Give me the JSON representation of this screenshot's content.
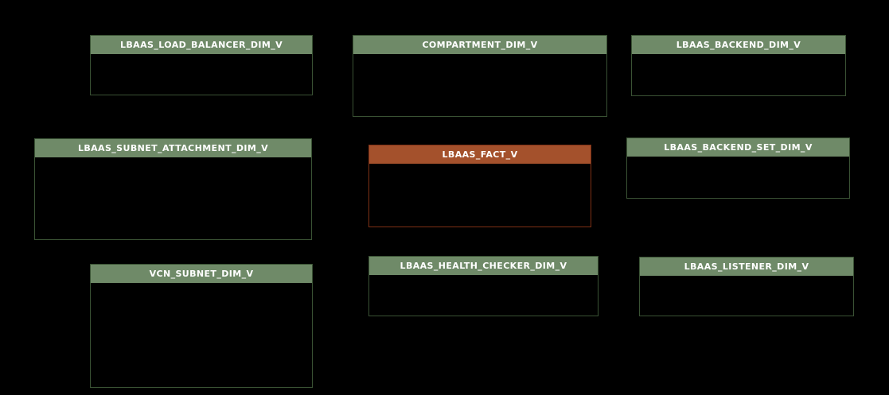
{
  "diagram": {
    "type": "er-diagram",
    "entities": [
      {
        "name": "LBAAS_LOAD_BALANCER_DIM_V",
        "kind": "dimension"
      },
      {
        "name": "COMPARTMENT_DIM_V",
        "kind": "dimension"
      },
      {
        "name": "LBAAS_BACKEND_DIM_V",
        "kind": "dimension"
      },
      {
        "name": "LBAAS_SUBNET_ATTACHMENT_DIM_V",
        "kind": "dimension"
      },
      {
        "name": "LBAAS_FACT_V",
        "kind": "fact"
      },
      {
        "name": "LBAAS_BACKEND_SET_DIM_V",
        "kind": "dimension"
      },
      {
        "name": "VCN_SUBNET_DIM_V",
        "kind": "dimension"
      },
      {
        "name": "LBAAS_HEALTH_CHECKER_DIM_V",
        "kind": "dimension"
      },
      {
        "name": "LBAAS_LISTENER_DIM_V",
        "kind": "dimension"
      }
    ],
    "colors": {
      "background": "#000000",
      "dimension_header": "#6F8A68",
      "fact_header": "#A4512C",
      "dimension_border": "#3A5234",
      "fact_border": "#7E3015",
      "header_text": "#FFFFFF"
    }
  }
}
